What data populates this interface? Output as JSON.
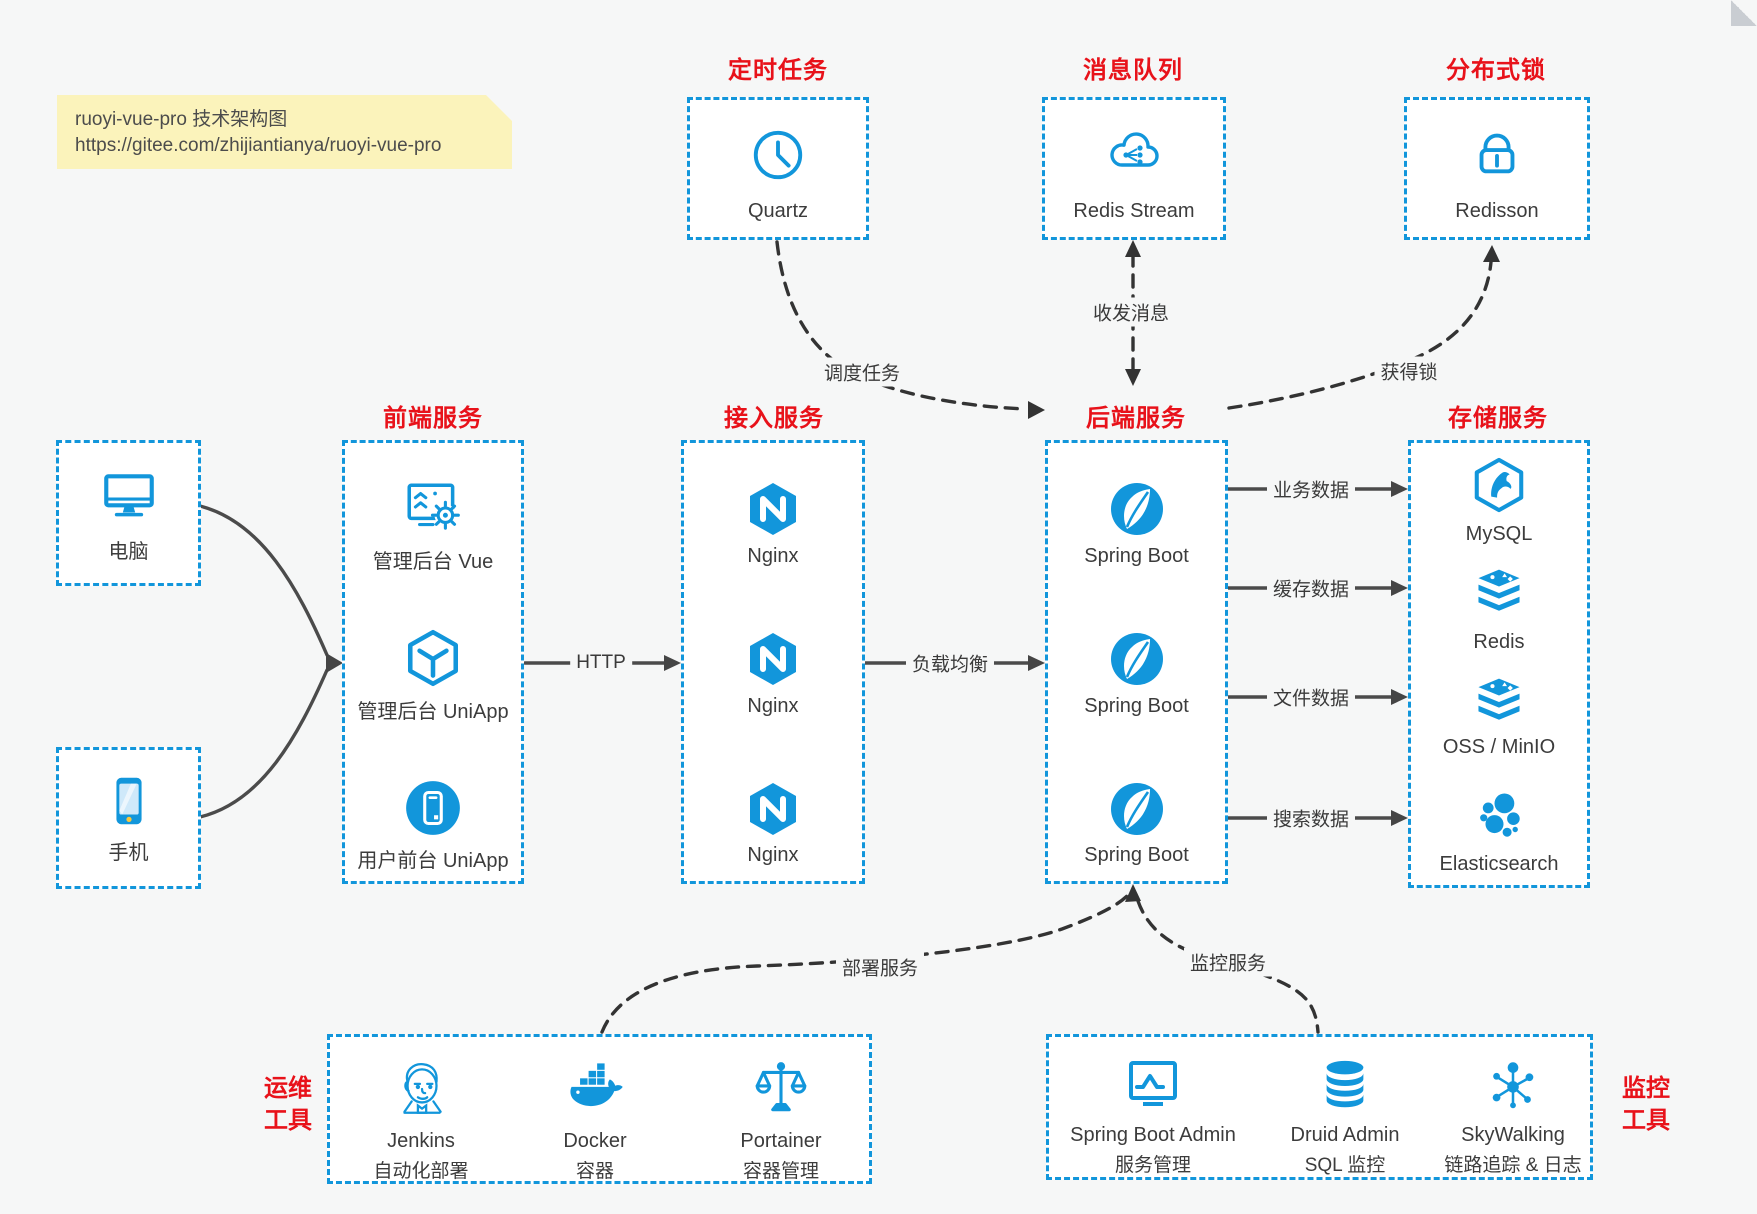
{
  "note": {
    "line1": "ruoyi-vue-pro 技术架构图",
    "line2": "https://gitee.com/zhijiantianya/ruoyi-vue-pro"
  },
  "colors": {
    "accent_blue": "#1296db",
    "title_red": "#e8121a",
    "note_yellow": "#fbf3bb",
    "canvas_bg": "#f6f7f7",
    "arrow_dark": "#454545"
  },
  "top_groups": {
    "scheduler": {
      "title": "定时任务",
      "node": {
        "label": "Quartz",
        "icon": "clock-icon"
      }
    },
    "mq": {
      "title": "消息队列",
      "node": {
        "label": "Redis Stream",
        "icon": "cloud-share-icon"
      }
    },
    "dlock": {
      "title": "分布式锁",
      "node": {
        "label": "Redisson",
        "icon": "padlock-icon"
      }
    }
  },
  "clients": {
    "pc": {
      "label": "电脑",
      "icon": "desktop-icon"
    },
    "mobile": {
      "label": "手机",
      "icon": "smartphone-icon"
    }
  },
  "columns": {
    "frontend": {
      "title": "前端服务",
      "items": [
        {
          "label": "管理后台 Vue",
          "icon": "admin-vue-icon"
        },
        {
          "label": "管理后台 UniApp",
          "icon": "uniapp-hexagon-icon"
        },
        {
          "label": "用户前台 UniApp",
          "icon": "uniapp-user-icon"
        }
      ]
    },
    "gateway": {
      "title": "接入服务",
      "items": [
        {
          "label": "Nginx",
          "icon": "nginx-icon"
        },
        {
          "label": "Nginx",
          "icon": "nginx-icon"
        },
        {
          "label": "Nginx",
          "icon": "nginx-icon"
        }
      ]
    },
    "backend": {
      "title": "后端服务",
      "items": [
        {
          "label": "Spring Boot",
          "icon": "spring-boot-icon"
        },
        {
          "label": "Spring Boot",
          "icon": "spring-boot-icon"
        },
        {
          "label": "Spring Boot",
          "icon": "spring-boot-icon"
        }
      ]
    },
    "storage": {
      "title": "存储服务",
      "items": [
        {
          "label": "MySQL",
          "icon": "mysql-icon"
        },
        {
          "label": "Redis",
          "icon": "redis-icon"
        },
        {
          "label": "OSS / MinIO",
          "icon": "oss-minio-icon"
        },
        {
          "label": "Elasticsearch",
          "icon": "elasticsearch-icon"
        }
      ]
    }
  },
  "bottom_groups": {
    "ops": {
      "title_line1": "运维",
      "title_line2": "工具",
      "items": [
        {
          "name": "Jenkins",
          "desc": "自动化部署",
          "icon": "jenkins-icon"
        },
        {
          "name": "Docker",
          "desc": "容器",
          "icon": "docker-icon"
        },
        {
          "name": "Portainer",
          "desc": "容器管理",
          "icon": "portainer-icon"
        }
      ]
    },
    "monitoring": {
      "title_line1": "监控",
      "title_line2": "工具",
      "items": [
        {
          "name": "Spring Boot Admin",
          "desc": "服务管理",
          "icon": "spring-boot-admin-icon"
        },
        {
          "name": "Druid Admin",
          "desc": "SQL 监控",
          "icon": "druid-icon"
        },
        {
          "name": "SkyWalking",
          "desc": "链路追踪 & 日志",
          "icon": "skywalking-icon"
        }
      ]
    }
  },
  "edges": {
    "http": "HTTP",
    "lb": "负载均衡",
    "biz": "业务数据",
    "cache": "缓存数据",
    "file": "文件数据",
    "search": "搜索数据",
    "schedule": "调度任务",
    "msg": "收发消息",
    "getlock": "获得锁",
    "deploy": "部署服务",
    "monitor": "监控服务"
  }
}
